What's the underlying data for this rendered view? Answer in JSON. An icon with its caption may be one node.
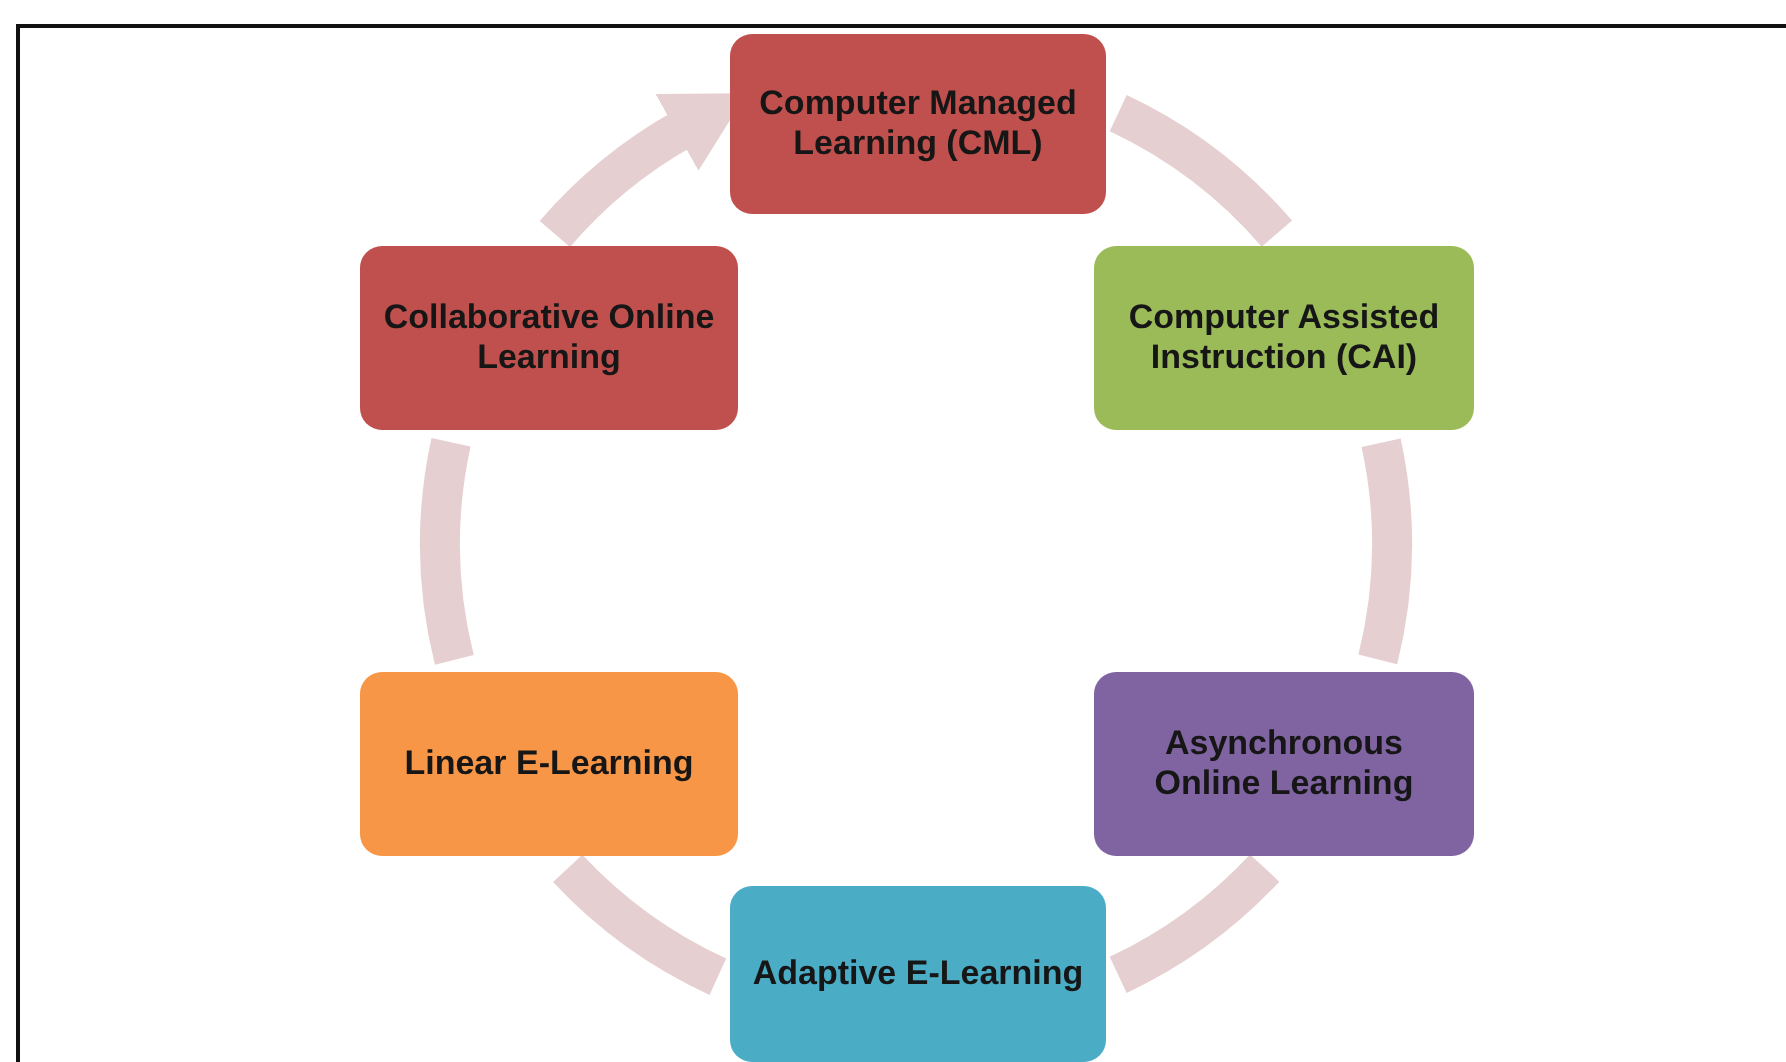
{
  "diagram": {
    "nodes": [
      {
        "text": [
          "Computer Managed Learning (CML)"
        ]
      },
      {
        "text": [
          "Computer Assisted Instruction (CAI)"
        ]
      },
      {
        "text": [
          "Asynchronous Online Learning"
        ]
      },
      {
        "text": [
          "Adaptive E-Learning"
        ]
      },
      {
        "text": [
          "Linear E-Learning"
        ]
      },
      {
        "text": [
          "Collaborative Online Learning"
        ]
      }
    ],
    "edges": [
      {
        "from": 0,
        "to": 1,
        "arrow": "none"
      },
      {
        "from": 1,
        "to": 2,
        "arrow": "none"
      },
      {
        "from": 2,
        "to": 3,
        "arrow": "none"
      },
      {
        "from": 3,
        "to": 4,
        "arrow": "none"
      },
      {
        "from": 4,
        "to": 5,
        "arrow": "none"
      },
      {
        "from": 5,
        "to": 0,
        "arrow": "to"
      }
    ]
  }
}
